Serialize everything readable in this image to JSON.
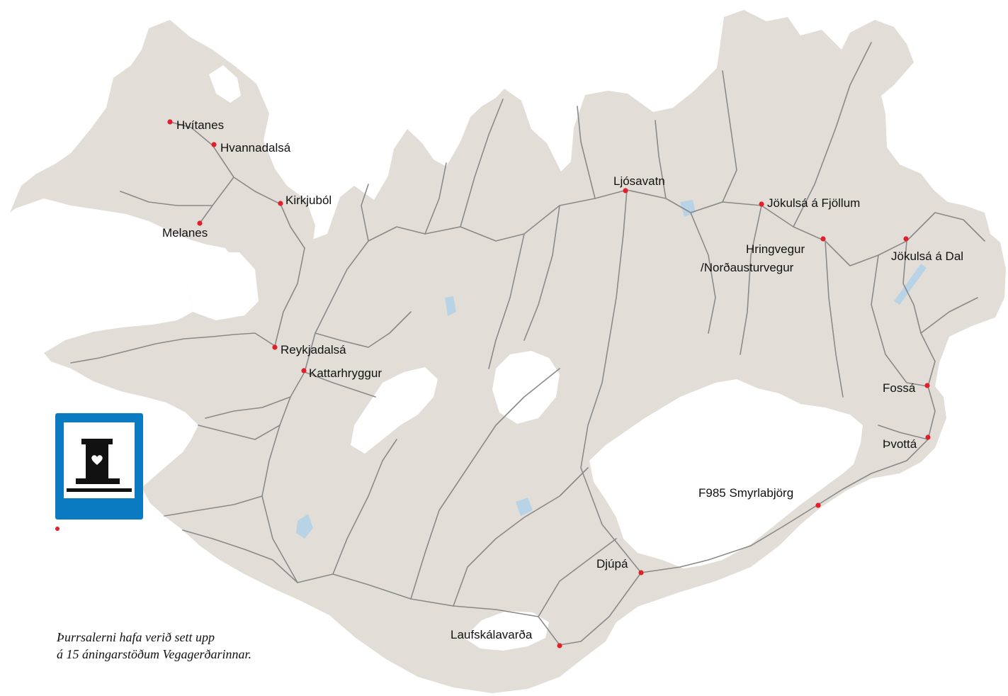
{
  "colors": {
    "land": "#e2ded7",
    "road": "#8a8a8a",
    "glacier": "#ffffff",
    "water": "#b9d3e6",
    "marker": "#e0202a",
    "sign_blue": "#0a7ac1",
    "text": "#111111"
  },
  "icons": [
    "dry-toilet-sign-icon",
    "heart-icon"
  ],
  "map": {
    "places": [
      {
        "id": "hvitanes",
        "name": "Hvítanes"
      },
      {
        "id": "hvannadalsa",
        "name": "Hvannadalsá"
      },
      {
        "id": "kirkjubol",
        "name": "Kirkjuból"
      },
      {
        "id": "melanes",
        "name": "Melanes"
      },
      {
        "id": "reykjadalsa",
        "name": "Reykjadalsá"
      },
      {
        "id": "kattarhryggur",
        "name": "Kattarhryggur"
      },
      {
        "id": "ljosavatn",
        "name": "Ljósavatn"
      },
      {
        "id": "jokulsa-fjollum",
        "name": "Jökulsá á Fjöllum"
      },
      {
        "id": "hringvegur",
        "name": "Hringvegur",
        "name2": "/Norðausturvegur"
      },
      {
        "id": "jokulsa-dal",
        "name": "Jökulsá á Dal"
      },
      {
        "id": "fossa",
        "name": "Fossá"
      },
      {
        "id": "thvotta",
        "name": "Þvottá"
      },
      {
        "id": "f985",
        "name": "F985 Smyrlabjörg"
      },
      {
        "id": "djupa",
        "name": "Djúpá"
      },
      {
        "id": "laufskalavarda",
        "name": "Laufskálavarða"
      }
    ]
  },
  "caption": {
    "line1": "Þurrsalerni hafa verið sett upp",
    "line2": "á 15 áningarstöðum Vegagerðarinnar."
  }
}
